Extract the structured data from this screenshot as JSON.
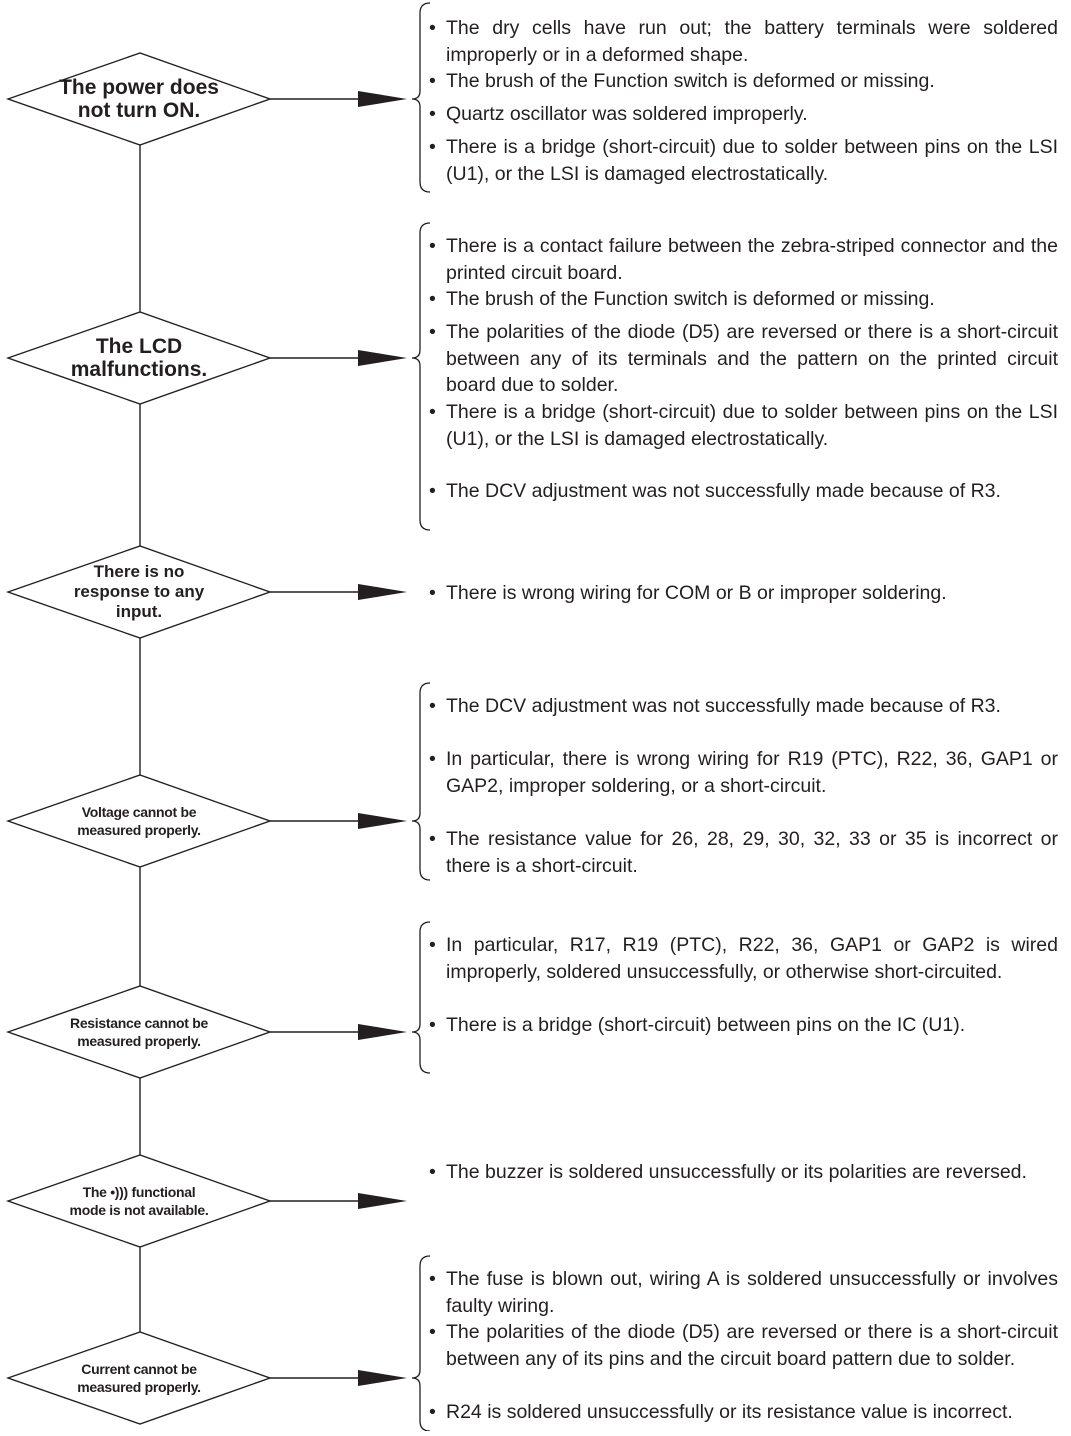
{
  "flowchart": {
    "nodes": [
      {
        "label": "The power does\nnot turn ON.",
        "causes": [
          "The dry cells have run out; the battery terminals were soldered improperly or in a deformed shape.",
          "The brush of the Function switch is deformed or missing.",
          "Quartz oscillator was soldered improperly.",
          "There is a bridge (short-circuit) due to solder between pins on the LSI (U1), or the LSI is damaged electrostatically."
        ]
      },
      {
        "label": "The LCD\nmalfunctions.",
        "causes": [
          "There is a contact failure between the zebra-striped connector and the printed circuit board.",
          "The brush of the Function switch is deformed or missing.",
          "The polarities of the diode (D5) are reversed or there is a short-circuit between any of its terminals and the pattern on the printed circuit board due to solder.",
          "There is a bridge (short-circuit) due to solder between pins on the LSI (U1), or the LSI is damaged electrostatically.",
          "The DCV adjustment was not successfully made because of R3."
        ]
      },
      {
        "label": "There is no\nresponse to any\ninput.",
        "causes": [
          "There is wrong wiring for COM or B or improper soldering."
        ]
      },
      {
        "label": "Voltage cannot be\nmeasured properly.",
        "causes": [
          "The DCV adjustment was not successfully made because of R3.",
          "In particular, there is wrong wiring for R19 (PTC), R22, 36, GAP1 or GAP2, improper soldering, or a short-circuit.",
          "The resistance value for 26, 28, 29, 30, 32, 33 or 35 is incorrect or there is a short-circuit."
        ]
      },
      {
        "label": "Resistance cannot be\nmeasured properly.",
        "causes": [
          "In particular, R17, R19 (PTC), R22, 36, GAP1 or GAP2 is wired improperly, soldered unsuccessfully, or otherwise short-circuited.",
          "There is a bridge (short-circuit) between pins on the IC (U1)."
        ]
      },
      {
        "label": "The •))) functional\nmode is not available.",
        "causes": [
          "The buzzer is soldered unsuccessfully or its polarities are reversed."
        ]
      },
      {
        "label": "Current cannot be\nmeasured properly.",
        "causes": [
          "The fuse is blown out, wiring A is soldered unsuccessfully or involves faulty wiring.",
          "The polarities of the diode (D5) are reversed or there is a short-circuit between any of its pins and the circuit board pattern due to solder.",
          "R24 is soldered unsuccessfully or its resistance value is incorrect."
        ]
      }
    ]
  }
}
